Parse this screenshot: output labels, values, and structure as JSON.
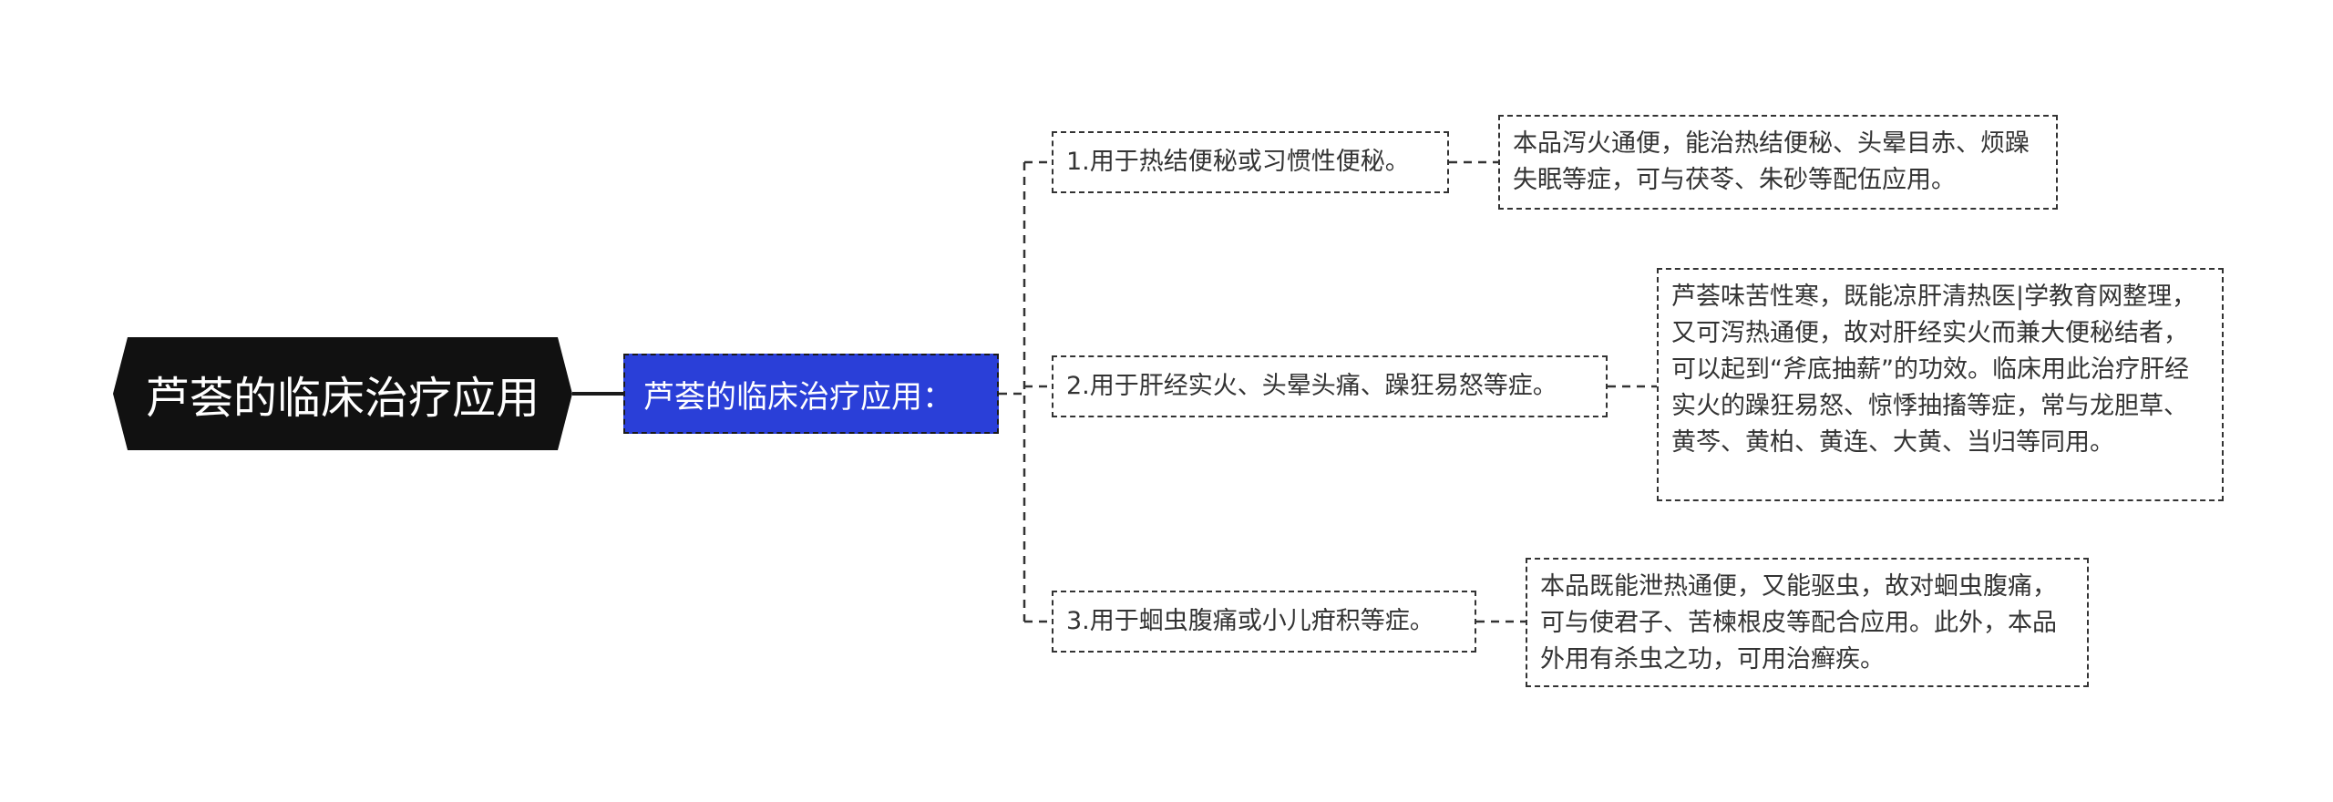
{
  "root": {
    "title": "芦荟的临床治疗应用"
  },
  "subtopic": {
    "label": "芦荟的临床治疗应用："
  },
  "branches": [
    {
      "label": "1.用于热结便秘或习惯性便秘。",
      "detail": "本品泻火通便，能治热结便秘、头晕目赤、烦躁失眠等症，可与茯苓、朱砂等配伍应用。"
    },
    {
      "label": "2.用于肝经实火、头晕头痛、躁狂易怒等症。",
      "detail": "芦荟味苦性寒，既能凉肝清热医|学教育网整理，又可泻热通便，故对肝经实火而兼大便秘结者，可以起到“斧底抽薪”的功效。临床用此治疗肝经实火的躁狂易怒、惊悸抽搐等症，常与龙胆草、黄芩、黄柏、黄连、大黄、当归等同用。"
    },
    {
      "label": "3.用于蛔虫腹痛或小儿疳积等症。",
      "detail": "本品既能泄热通便，又能驱虫，故对蛔虫腹痛，可与使君子、苦楝根皮等配合应用。此外，本品外用有杀虫之功，可用治癣疾。"
    }
  ],
  "colors": {
    "root_fill": "#111111",
    "subtopic_fill": "#2a3fd8",
    "line": "#333333"
  }
}
